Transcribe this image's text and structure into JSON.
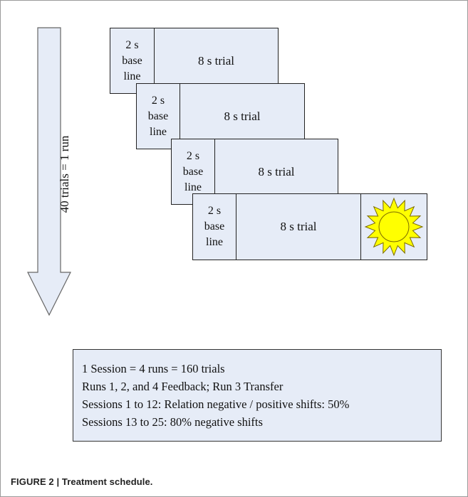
{
  "arrow_label": "40 trials = 1 run",
  "trials": [
    {
      "baseline_lines": [
        "2 s",
        "base",
        "line"
      ],
      "trial_label": "8 s trial"
    },
    {
      "baseline_lines": [
        "2 s",
        "base",
        "line"
      ],
      "trial_label": "8 s trial"
    },
    {
      "baseline_lines": [
        "2 s",
        "base",
        "line"
      ],
      "trial_label": "8 s trial"
    },
    {
      "baseline_lines": [
        "2 s",
        "base",
        "line"
      ],
      "trial_label": "8 s trial",
      "has_sun": true
    }
  ],
  "icons": {
    "sun": "sun-icon",
    "arrow": "down-arrow-icon"
  },
  "colors": {
    "box_fill": "#e6ecf7",
    "sun_fill": "#ffff00",
    "sun_stroke": "#7a6a00"
  },
  "info_lines": [
    "1 Session = 4 runs = 160 trials",
    "Runs 1, 2, and 4 Feedback; Run 3 Transfer",
    "Sessions 1 to 12: Relation negative / positive shifts: 50%",
    "Sessions 13 to 25: 80% negative shifts"
  ],
  "caption": "FIGURE 2 | Treatment schedule."
}
